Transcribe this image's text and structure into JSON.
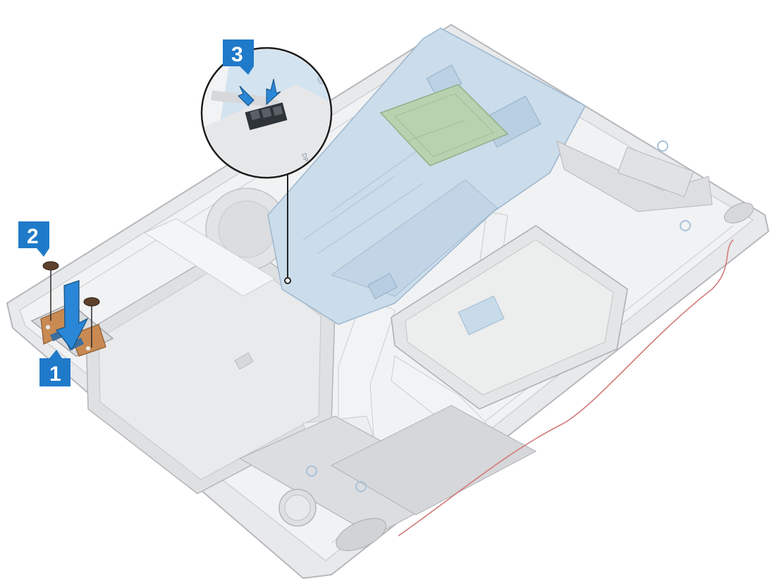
{
  "diagram": {
    "steps": [
      {
        "id": "1",
        "label": "1"
      },
      {
        "id": "2",
        "label": "2"
      },
      {
        "id": "3",
        "label": "3"
      }
    ],
    "zoom_connector_label": "DP",
    "colors": {
      "callout_blue": "#1f7ac9",
      "callout_blue_dark": "#155d9c",
      "board_blue": "#c9dbea",
      "board_blue_line": "#9db8cf",
      "chassis_grey": "#e6e7e9",
      "chassis_line": "#b8babd",
      "ram_green": "#a9c9a3",
      "screw_brown": "#6b4a33",
      "board_copper": "#c9884e",
      "cable_red": "#c05050",
      "arrow_blue": "#2a86d6"
    },
    "icons": [
      "arrow-down-icon",
      "screw-icon",
      "magnifier-callout-icon"
    ]
  }
}
